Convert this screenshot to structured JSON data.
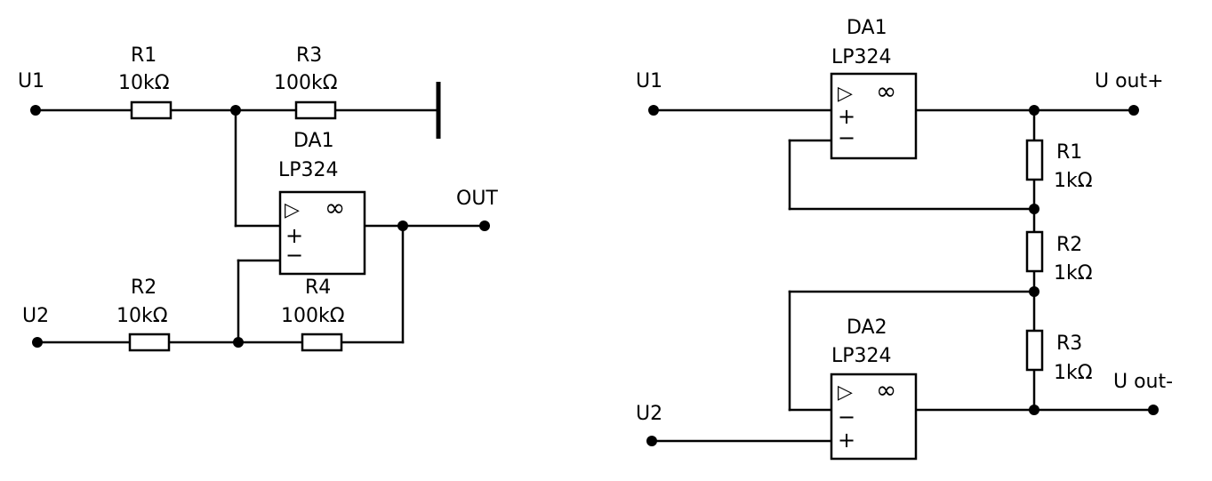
{
  "left": {
    "inputs": {
      "u1": "U1",
      "u2": "U2"
    },
    "output": "OUT",
    "r1": {
      "name": "R1",
      "value": "10kΩ"
    },
    "r2": {
      "name": "R2",
      "value": "10kΩ"
    },
    "r3": {
      "name": "R3",
      "value": "100kΩ"
    },
    "r4": {
      "name": "R4",
      "value": "100kΩ"
    },
    "da1": {
      "name": "DA1",
      "part": "LP324"
    }
  },
  "right": {
    "inputs": {
      "u1": "U1",
      "u2": "U2"
    },
    "out_plus": "U out+",
    "out_minus": "U out-",
    "r1": {
      "name": "R1",
      "value": "1kΩ"
    },
    "r2": {
      "name": "R2",
      "value": "1kΩ"
    },
    "r3": {
      "name": "R3",
      "value": "1kΩ"
    },
    "da1": {
      "name": "DA1",
      "part": "LP324"
    },
    "da2": {
      "name": "DA2",
      "part": "LP324"
    }
  },
  "opamp_symbols": {
    "buffer": "▷",
    "infinity": "∞",
    "plus": "+",
    "minus": "−"
  }
}
